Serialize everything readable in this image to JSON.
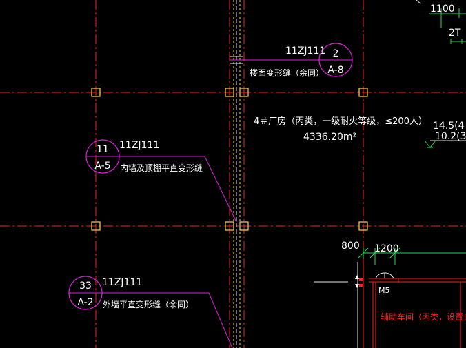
{
  "colors": {
    "background": "#000000",
    "axis": "#ff2020",
    "wall": "#ffd24a",
    "leader": "#e01ee0",
    "text": "#ffffff",
    "dimension": "#22dd44",
    "room": "#ff2020"
  },
  "callouts": [
    {
      "ref": "11ZJ111",
      "top": "2",
      "bottom": "A-8",
      "note": "楼面变形缝（余同）"
    },
    {
      "ref": "11ZJ111",
      "top": "11",
      "bottom": "A-5",
      "note": "内墙及顶棚平直变形缝"
    },
    {
      "ref": "11ZJ111",
      "top": "33",
      "bottom": "A-2",
      "note": "外墙平直变形缝（余同）"
    }
  ],
  "building": {
    "name": "4＃厂房（丙类，一级耐火等级，≤200人）",
    "area": "4336.20m²"
  },
  "dimensions": {
    "d800": "800",
    "d1200": "1200",
    "d1100": "1100",
    "top_right": "2T",
    "elev1": "14.5(4",
    "elev2": "10.2(3"
  },
  "door": {
    "label": "M5"
  },
  "room": {
    "label": "辅助车间（丙类，设置自"
  }
}
